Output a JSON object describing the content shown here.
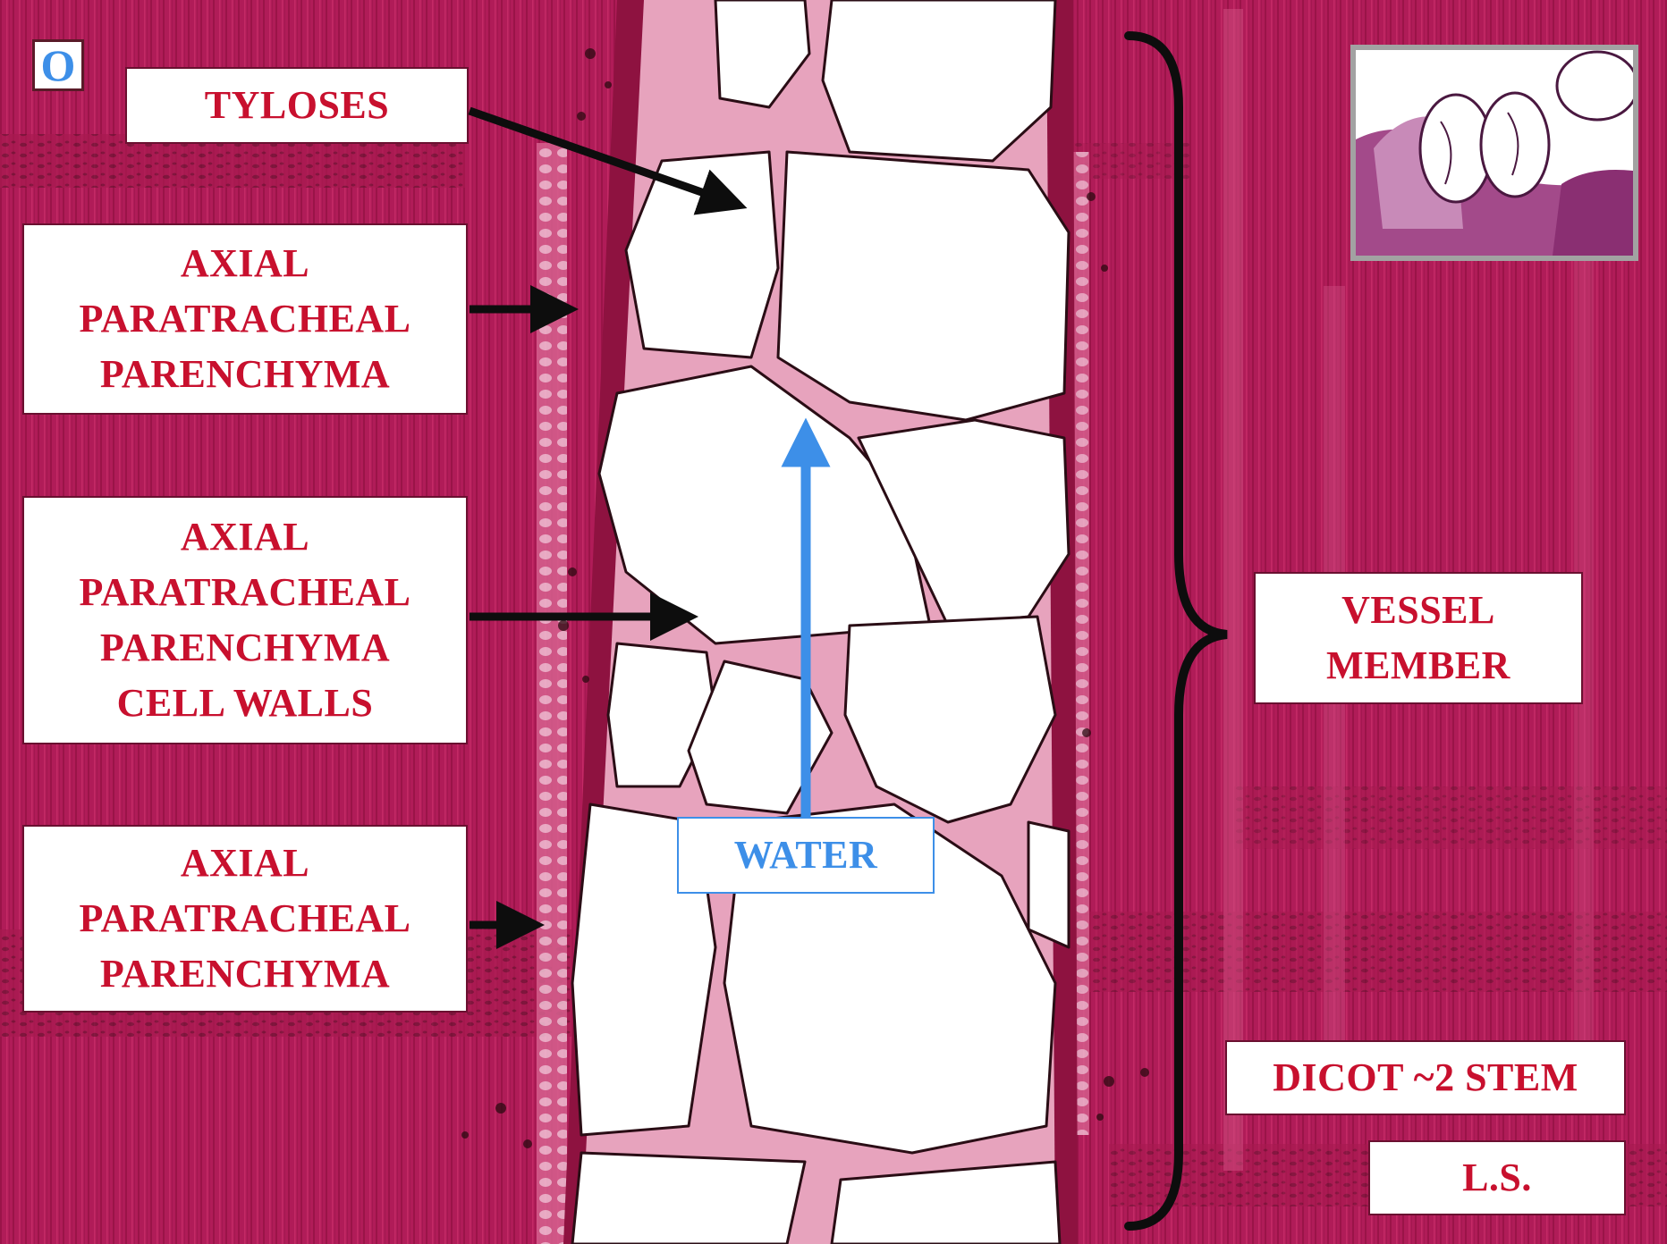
{
  "panel_letter": "O",
  "labels": {
    "tyloses": "TYLOSES",
    "axial_parenchyma_1": [
      "AXIAL",
      "PARATRACHEAL",
      "PARENCHYMA"
    ],
    "axial_parenchyma_walls": [
      "AXIAL",
      "PARATRACHEAL",
      "PARENCHYMA",
      "CELL WALLS"
    ],
    "axial_parenchyma_2": [
      "AXIAL",
      "PARATRACHEAL",
      "PARENCHYMA"
    ],
    "water": "WATER",
    "vessel_member": [
      "VESSEL",
      "MEMBER"
    ],
    "specimen": "DICOT ~2 STEM",
    "section": "L.S."
  },
  "colors": {
    "tissue": "#b01c58",
    "tissue_dark": "#8e1240",
    "label_text": "#c8102e",
    "water_blue": "#3d8fe8",
    "arrow": "#0d0d0d"
  },
  "icons": [
    "arrow-right-icon",
    "arrow-up-icon",
    "curly-brace-icon"
  ]
}
